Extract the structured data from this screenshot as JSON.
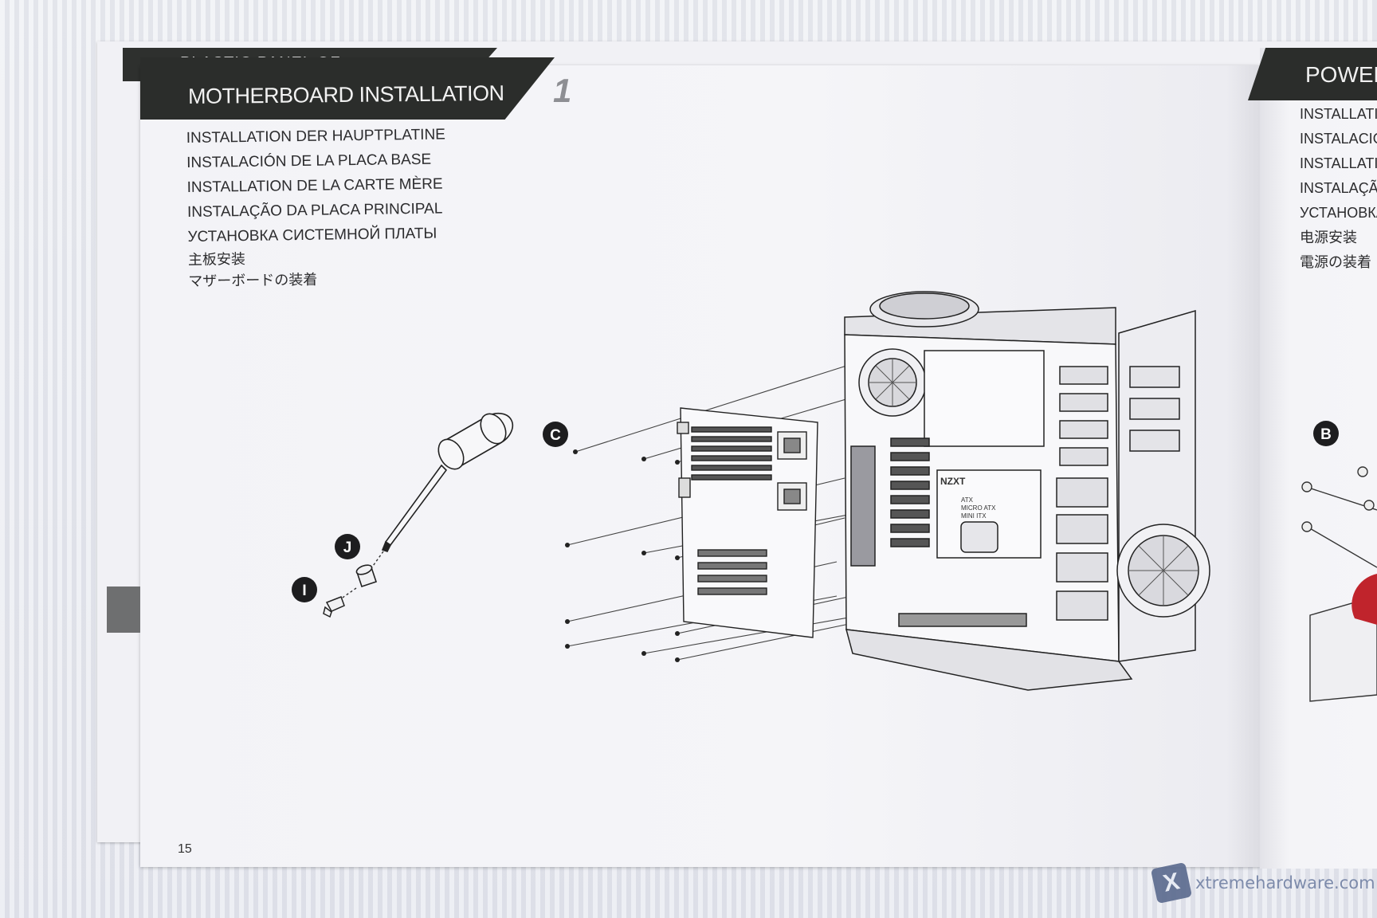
{
  "manual": {
    "underlying_tab": "PLASTIC PANEL OF",
    "header_title": "MOTHERBOARD INSTALLATION",
    "step_number": "1",
    "languages": [
      "INSTALLATION DER HAUPTPLATINE",
      "INSTALACIÓN DE LA PLACA BASE",
      "INSTALLATION DE LA CARTE MÈRE",
      "INSTALAÇÃO DA PLACA PRINCIPAL",
      "УСТАНОВКА СИСТЕМНОЙ ПЛАТЫ",
      "主板安装",
      "マザーボードの装着"
    ],
    "page_number": "15"
  },
  "callouts": {
    "c": "C",
    "j": "J",
    "i": "I",
    "b": "B"
  },
  "board_labels": {
    "brand": "NZXT",
    "atx": "ATX",
    "micro_atx": "MICRO ATX",
    "mini_itx": "MINI ITX"
  },
  "right_page": {
    "title": "POWER",
    "languages": [
      "INSTALLATIO",
      "INSTALACIÓ",
      "INSTALLATIO",
      "INSTALAÇÃ",
      "УСТАНОВКА",
      "电源安装",
      "電源の装着"
    ]
  },
  "watermark": {
    "logo_letter": "X",
    "text": "xtremehardware.com"
  },
  "colors": {
    "header_bar": "#2b2d2b",
    "page": "#f4f4f7",
    "ink": "#2c2c2e",
    "accent_red": "#c0242c"
  }
}
